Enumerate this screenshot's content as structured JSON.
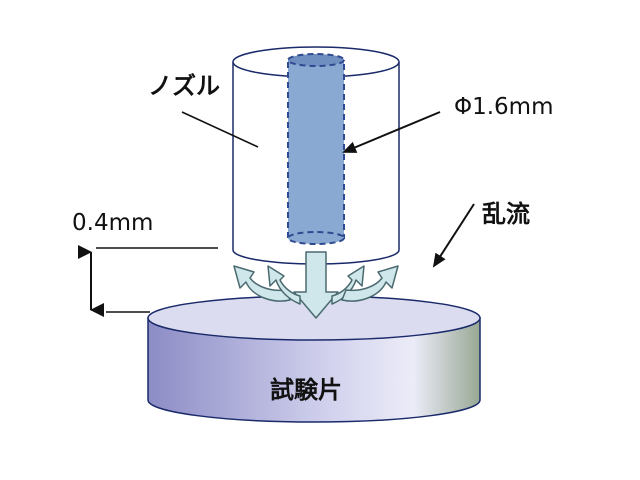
{
  "labels": {
    "nozzle": "ノズル",
    "diameter": "Φ1.6mm",
    "turbulence": "乱流",
    "gap": "0.4mm",
    "specimen": "試験片"
  },
  "colors": {
    "nozzle_body": "#ffffff",
    "nozzle_outline": "#1a2a6a",
    "bore_fill": "#8aa9d2",
    "bore_outline": "#2f4a90",
    "flow_arrow": "#cfe6ea",
    "specimen_top": "#dcdcf0",
    "specimen_side_dark": "#9090c8",
    "specimen_side_light": "#e6e6f6"
  }
}
